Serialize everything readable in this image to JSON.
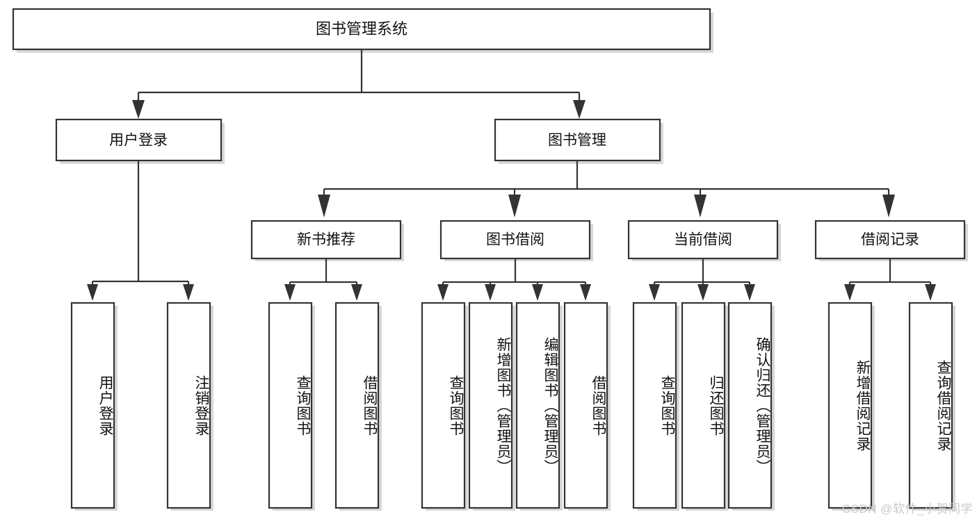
{
  "diagram": {
    "type": "tree-hierarchy-chart",
    "title_node": {
      "label": "图书管理系统",
      "level": 0
    },
    "level1": [
      {
        "id": "user-login",
        "label": "用户登录"
      },
      {
        "id": "book-manage",
        "label": "图书管理"
      }
    ],
    "level2": [
      {
        "id": "new-book-recommend",
        "label": "新书推荐",
        "parent": "book-manage"
      },
      {
        "id": "book-borrow",
        "label": "图书借阅",
        "parent": "book-manage"
      },
      {
        "id": "current-borrow",
        "label": "当前借阅",
        "parent": "book-manage"
      },
      {
        "id": "borrow-record",
        "label": "借阅记录",
        "parent": "book-manage"
      }
    ],
    "leaves": [
      {
        "id": "leaf-user-login",
        "label": "用户登录",
        "parent": "user-login"
      },
      {
        "id": "leaf-logout",
        "label": "注销登录",
        "parent": "user-login"
      },
      {
        "id": "leaf-query-book-1",
        "label": "查询图书",
        "parent": "new-book-recommend"
      },
      {
        "id": "leaf-borrow-book-1",
        "label": "借阅图书",
        "parent": "new-book-recommend"
      },
      {
        "id": "leaf-query-book-2",
        "label": "查询图书",
        "parent": "book-borrow"
      },
      {
        "id": "leaf-add-book",
        "label": "新增图书（管理员）",
        "parent": "book-borrow"
      },
      {
        "id": "leaf-edit-book",
        "label": "编辑图书（管理员）",
        "parent": "book-borrow"
      },
      {
        "id": "leaf-borrow-book-2",
        "label": "借阅图书",
        "parent": "book-borrow"
      },
      {
        "id": "leaf-query-book-3",
        "label": "查询图书",
        "parent": "current-borrow"
      },
      {
        "id": "leaf-return-book",
        "label": "归还图书",
        "parent": "current-borrow"
      },
      {
        "id": "leaf-confirm-return",
        "label": "确认归还（管理员）",
        "parent": "current-borrow"
      },
      {
        "id": "leaf-add-record",
        "label": "新增借阅记录",
        "parent": "borrow-record"
      },
      {
        "id": "leaf-query-record",
        "label": "查询借阅记录",
        "parent": "borrow-record"
      }
    ],
    "colors": {
      "stroke": "#333333",
      "fill": "#ffffff",
      "text": "#111111",
      "shadow": "#b8b8b8",
      "watermark": "#c9c9c9"
    }
  },
  "watermark": {
    "text": "CSDN @软件_小贺同学"
  }
}
